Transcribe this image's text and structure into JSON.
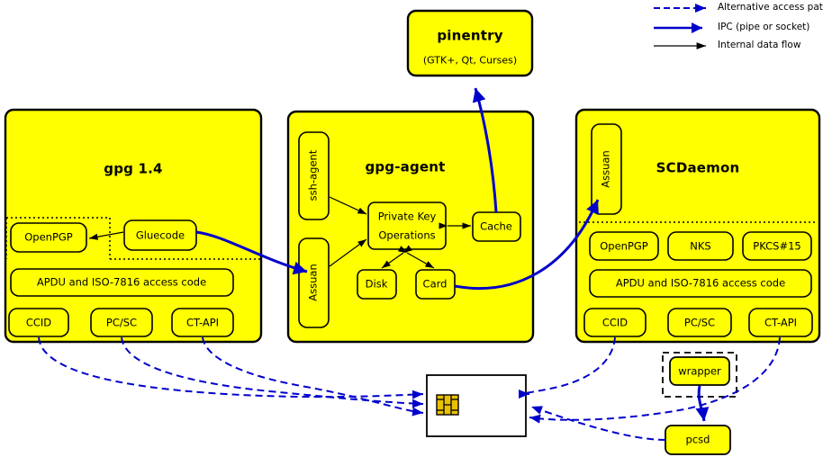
{
  "legend": {
    "items": [
      {
        "label": "Alternative access paths",
        "style": "dashed-blue",
        "color": "#0000cc"
      },
      {
        "label": "IPC (pipe or socket)",
        "style": "solid-blue-thick",
        "color": "#0000cc"
      },
      {
        "label": "Internal data flow",
        "style": "solid-black-thin",
        "color": "#000000"
      }
    ]
  },
  "colors": {
    "block_fill": "#ffff00",
    "block_stroke": "#000000",
    "ipc_blue": "#0000cc",
    "card_fill": "#ffffff",
    "chip_fill": "#e8c000"
  },
  "blocks": {
    "pinentry": {
      "title": "pinentry",
      "subtitle": "(GTK+, Qt, Curses)"
    },
    "gpg": {
      "title": "gpg 1.4",
      "nodes": {
        "openpgp": "OpenPGP",
        "gluecode": "Gluecode",
        "apdu": "APDU and ISO-7816 access code",
        "ccid": "CCID",
        "pcsc": "PC/SC",
        "ctapi": "CT-API"
      }
    },
    "gpgagent": {
      "title": "gpg-agent",
      "nodes": {
        "ssh_agent": "ssh-agent",
        "assuan": "Assuan",
        "private_key_line1": "Private Key",
        "private_key_line2": "Operations",
        "cache": "Cache",
        "disk": "Disk",
        "card": "Card"
      }
    },
    "scdaemon": {
      "title": "SCDaemon",
      "nodes": {
        "assuan": "Assuan",
        "openpgp": "OpenPGP",
        "nks": "NKS",
        "pkcs15": "PKCS#15",
        "apdu": "APDU and ISO-7816 access code",
        "ccid": "CCID",
        "pcsc": "PC/SC",
        "ctapi": "CT-API"
      }
    },
    "wrapper": {
      "title": "wrapper"
    },
    "pcsd": {
      "title": "pcsd"
    },
    "smartcard": {
      "title": ""
    }
  }
}
